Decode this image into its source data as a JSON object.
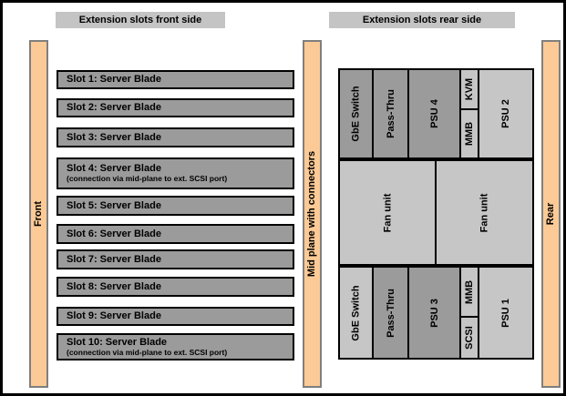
{
  "diagram": {
    "headers": {
      "front": "Extension slots front side",
      "rear": "Extension slots rear side"
    },
    "bars": {
      "front": "Front",
      "mid_plane": "Mid plane with connectors",
      "rear": "Rear"
    },
    "front_slots": [
      {
        "title": "Slot 1: Server Blade"
      },
      {
        "title": "Slot 2: Server Blade"
      },
      {
        "title": "Slot 3: Server Blade"
      },
      {
        "title": "Slot 4: Server Blade",
        "subtitle": "(connection via mid-plane to ext. SCSI port)"
      },
      {
        "title": "Slot 5: Server Blade"
      },
      {
        "title": "Slot 6: Server Blade"
      },
      {
        "title": "Slot 7: Server Blade"
      },
      {
        "title": "Slot 8: Server Blade"
      },
      {
        "title": "Slot 9: Server Blade"
      },
      {
        "title": "Slot 10: Server Blade",
        "subtitle": "(connection via mid-plane to ext. SCSI port)"
      }
    ],
    "rear_modules": {
      "top_row": {
        "gbe_switch": "GbE Switch",
        "pass_thru": "Pass-Thru",
        "psu_4": "PSU 4",
        "kvm": "KVM",
        "mmb": "MMB",
        "psu_2": "PSU 2"
      },
      "middle_row": {
        "fan_left": "Fan unit",
        "fan_right": "Fan unit"
      },
      "bottom_row": {
        "gbe_switch": "GbE Switch",
        "pass_thru": "Pass-Thru",
        "psu_3": "PSU 3",
        "mmb": "MMB",
        "scsi": "SCSI",
        "psu_1": "PSU 1"
      }
    },
    "colors": {
      "accent_orange": "#FBCA96",
      "module_dark_gray": "#9B9B9B",
      "module_light_gray": "#C6C6C6",
      "header_gray": "#C4C4C4",
      "border_black": "#000000"
    }
  }
}
